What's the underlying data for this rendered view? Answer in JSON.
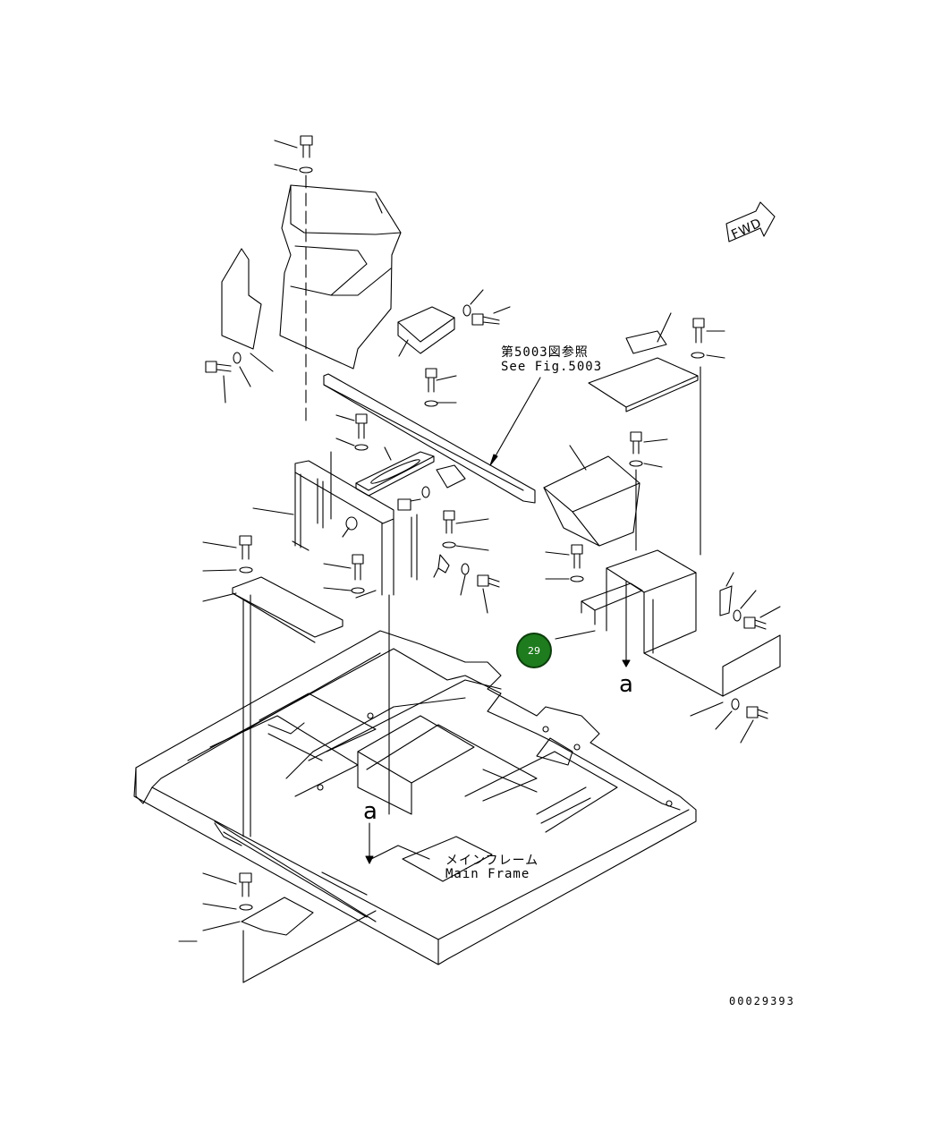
{
  "labels": {
    "fig_ref_jp": "第5003図参照",
    "fig_ref_en": "See Fig.5003",
    "main_frame_jp": "メインフレーム",
    "main_frame_en": "Main Frame",
    "letter_a": "a",
    "fwd": "FWD",
    "drawing_number": "00029393"
  },
  "callouts": [
    {
      "number": "29",
      "color": "#1e7b1e"
    }
  ]
}
